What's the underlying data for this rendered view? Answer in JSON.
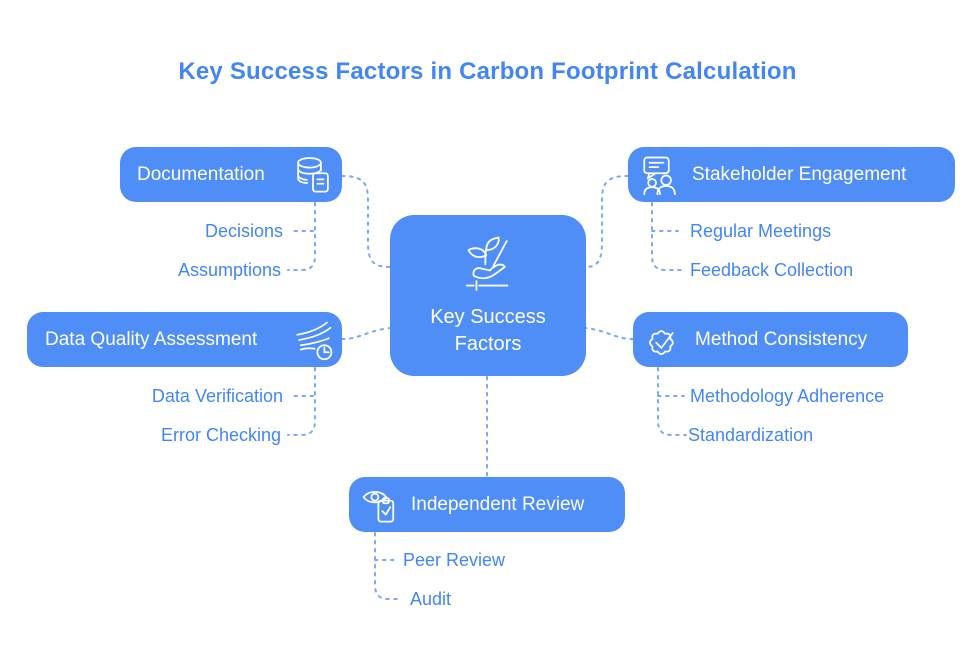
{
  "title": "Key Success Factors in Carbon Footprint Calculation",
  "center": {
    "line1": "Key Success",
    "line2": "Factors",
    "icon": "seedling-hand-icon"
  },
  "branches": [
    {
      "label": "Documentation",
      "icon": "database-document-icon",
      "children": [
        "Decisions",
        "Assumptions"
      ]
    },
    {
      "label": "Stakeholder Engagement",
      "icon": "chat-people-icon",
      "children": [
        "Regular Meetings",
        "Feedback Collection"
      ]
    },
    {
      "label": "Data Quality Assessment",
      "icon": "flow-clock-icon",
      "children": [
        "Data Verification",
        "Error Checking"
      ]
    },
    {
      "label": "Method Consistency",
      "icon": "gear-check-icon",
      "children": [
        "Methodology Adherence",
        "Standardization"
      ]
    },
    {
      "label": "Independent Review",
      "icon": "eye-clipboard-icon",
      "children": [
        "Peer Review",
        "Audit"
      ]
    }
  ],
  "colors": {
    "node_fill": "#4f8ef7",
    "node_text": "#ffffff",
    "accent_text": "#4285f4",
    "connector": "#7aa8f8",
    "background": "#ffffff"
  }
}
